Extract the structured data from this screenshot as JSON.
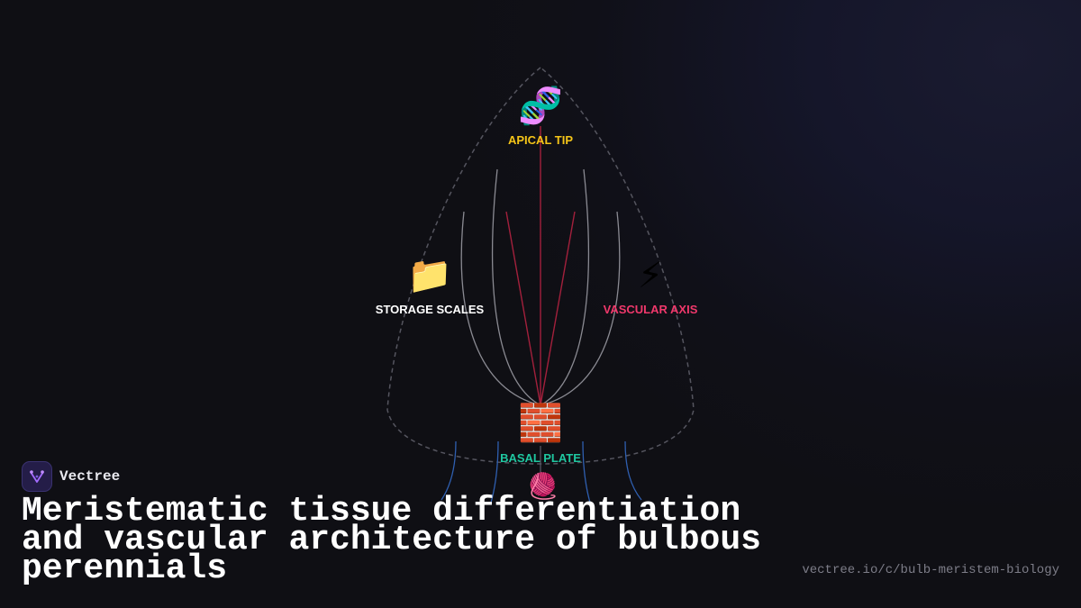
{
  "diagram": {
    "nodes": {
      "apical_tip": {
        "icon": "dna-icon",
        "glyph": "🧬",
        "label": "APICAL TIP",
        "color": "#f5c518"
      },
      "storage_scales": {
        "icon": "folder-icon",
        "glyph": "📁",
        "label": "STORAGE SCALES",
        "color": "#ffffff"
      },
      "vascular_axis": {
        "icon": "lightning-icon",
        "glyph": "⚡",
        "label": "VASCULAR AXIS",
        "color": "#f0386b"
      },
      "basal_plate": {
        "icon": "brick-icon",
        "glyph": "🧱",
        "label": "BASAL PLATE",
        "color": "#1fc7a0"
      },
      "root_node": {
        "icon": "yarn-icon",
        "glyph": "🧶"
      }
    },
    "colors": {
      "outline": "#55555f",
      "scale_lines": "#8a8a92",
      "vascular_lines": "#a3203c",
      "root_lines": "#2f5fb0"
    }
  },
  "brand": {
    "name": "Vectree",
    "logo_icon": "vectree-logo-icon"
  },
  "title": "Meristematic tissue differentiation and vascular architecture of bulbous perennials",
  "url": "vectree.io/c/bulb-meristem-biology"
}
